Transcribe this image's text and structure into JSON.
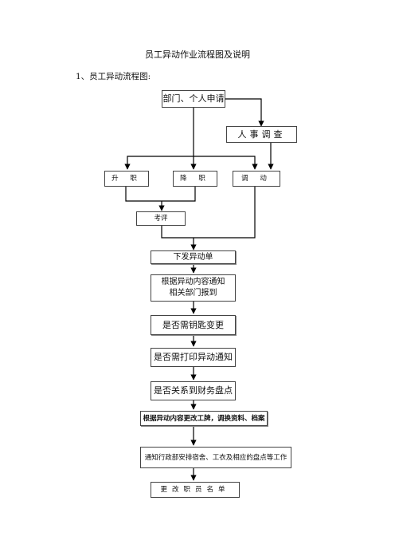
{
  "doc": {
    "title": "员工异动作业流程图及说明",
    "section": "1、员工异动流程图:"
  },
  "flow": {
    "apply": "部门、个人申请",
    "investigate": "人事调查",
    "promote": "升 职",
    "demote": "降 职",
    "transfer": "调 动",
    "review": "考评",
    "issue": "下发异动单",
    "notify_dept": "根据异动内容通知相关部门报到",
    "key_change": "是否需钥匙变更",
    "print_notice": "是否需打印异动通知",
    "finance_check": "是否关系到财务盘点",
    "update_records": "根据异动内容更改工牌，调换资料、档案",
    "notify_admin": "通知行政部安排宿舍、工衣及相应的盘点等工作",
    "update_roster": "更改职员名单"
  }
}
